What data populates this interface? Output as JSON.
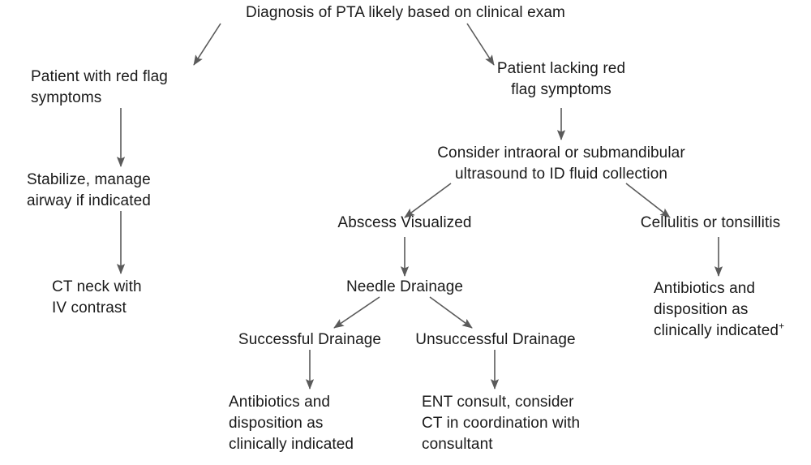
{
  "diagram": {
    "title": "Diagnosis of PTA likely based on clinical exam",
    "type": "flowchart",
    "orientation": "top-down",
    "background_color": "#ffffff",
    "text_color": "#1a1a1a",
    "edge_color": "#5a5a5a",
    "nodes": [
      {
        "id": "root",
        "label": "Diagnosis of PTA likely based on clinical exam",
        "align": "center"
      },
      {
        "id": "red-flag",
        "label": "Patient with red flag\nsymptoms",
        "align": "left"
      },
      {
        "id": "lacking-red-flag",
        "label": "Patient lacking red\nflag symptoms",
        "align": "center"
      },
      {
        "id": "stabilize",
        "label": "Stabilize, manage\nairway if indicated",
        "align": "left"
      },
      {
        "id": "ultrasound",
        "label": "Consider intraoral or submandibular\nultrasound to ID fluid collection",
        "align": "center"
      },
      {
        "id": "ct-neck",
        "label": "CT neck with\nIV contrast",
        "align": "left"
      },
      {
        "id": "abscess",
        "label": "Abscess Visualized",
        "align": "center"
      },
      {
        "id": "cellulitis",
        "label": "Cellulitis or tonsillitis",
        "align": "center"
      },
      {
        "id": "needle-drainage",
        "label": "Needle Drainage",
        "align": "center"
      },
      {
        "id": "cellulitis-outcome",
        "label": "Antibiotics and\ndisposition as\nclinically indicated",
        "superscript": "+",
        "align": "left"
      },
      {
        "id": "successful",
        "label": "Successful Drainage",
        "align": "center"
      },
      {
        "id": "unsuccessful",
        "label": "Unsuccessful Drainage",
        "align": "center"
      },
      {
        "id": "successful-outcome",
        "label": "Antibiotics and\ndisposition as\nclinically indicated",
        "align": "left"
      },
      {
        "id": "unsuccessful-outcome",
        "label": "ENT consult, consider\nCT in coordination with\nconsultant",
        "align": "left"
      }
    ],
    "edges": [
      {
        "from": "root",
        "to": "red-flag",
        "style": "diagonal-left"
      },
      {
        "from": "root",
        "to": "lacking-red-flag",
        "style": "diagonal-right"
      },
      {
        "from": "red-flag",
        "to": "stabilize",
        "style": "vertical"
      },
      {
        "from": "lacking-red-flag",
        "to": "ultrasound",
        "style": "vertical"
      },
      {
        "from": "stabilize",
        "to": "ct-neck",
        "style": "vertical"
      },
      {
        "from": "ultrasound",
        "to": "abscess",
        "style": "diagonal-left"
      },
      {
        "from": "ultrasound",
        "to": "cellulitis",
        "style": "diagonal-right"
      },
      {
        "from": "abscess",
        "to": "needle-drainage",
        "style": "vertical"
      },
      {
        "from": "cellulitis",
        "to": "cellulitis-outcome",
        "style": "vertical"
      },
      {
        "from": "needle-drainage",
        "to": "successful",
        "style": "diagonal-left"
      },
      {
        "from": "needle-drainage",
        "to": "unsuccessful",
        "style": "diagonal-right"
      },
      {
        "from": "successful",
        "to": "successful-outcome",
        "style": "vertical"
      },
      {
        "from": "unsuccessful",
        "to": "unsuccessful-outcome",
        "style": "vertical"
      }
    ]
  }
}
